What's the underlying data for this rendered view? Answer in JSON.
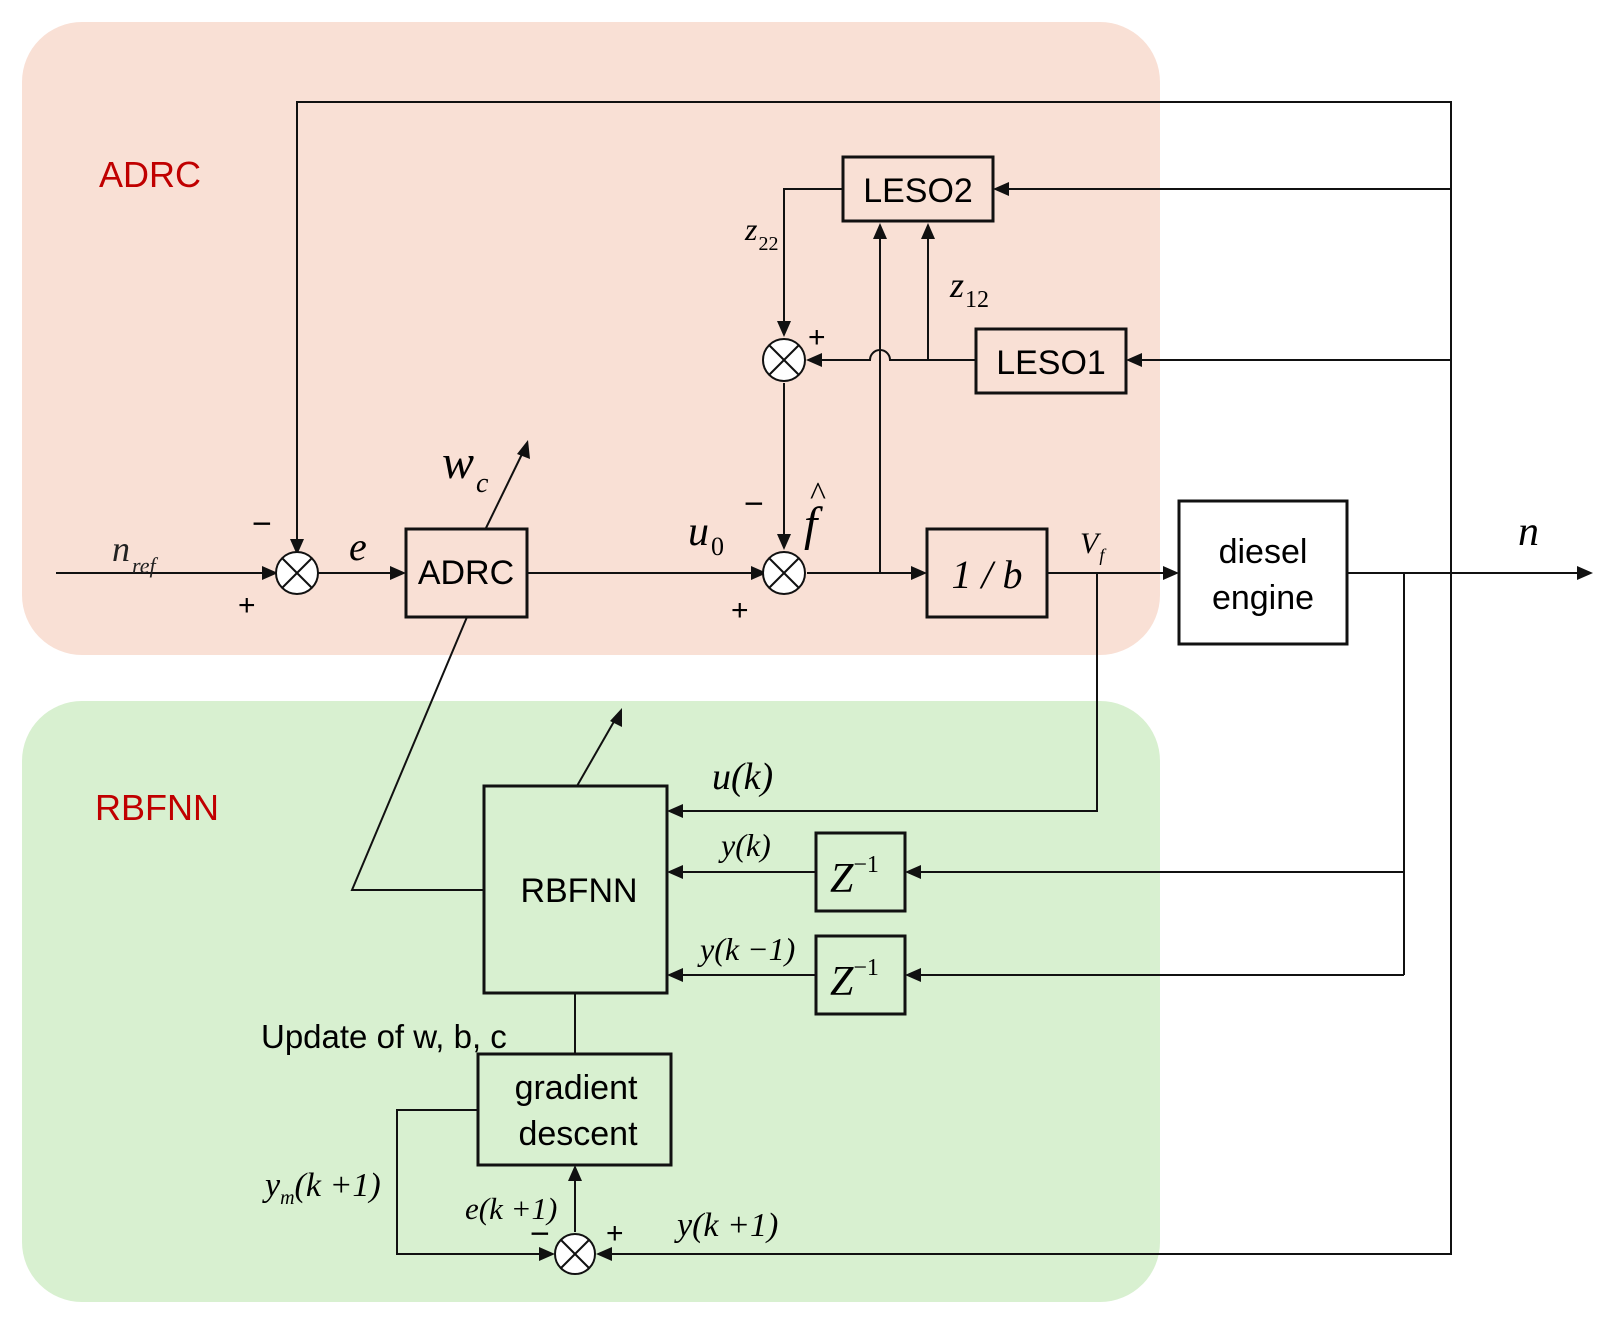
{
  "regions": {
    "adrc": {
      "label": "ADRC",
      "fill": "#f9e0d5",
      "label_color": "#c00000"
    },
    "rbfnn": {
      "label": "RBFNN",
      "fill": "#d8f0d0",
      "label_color": "#c00000"
    }
  },
  "blocks": {
    "adrc": "ADRC",
    "leso2": "LESO2",
    "leso1": "LESO1",
    "gain": "1 / b",
    "engine_line1": "diesel",
    "engine_line2": "engine",
    "rbfnn": "RBFNN",
    "delay1": "Z",
    "delay1_exp": "−1",
    "delay2": "Z",
    "delay2_exp": "−1",
    "gd_line1": "gradient",
    "gd_line2": "descent"
  },
  "signals": {
    "nref": "n",
    "nref_sub": "ref",
    "e": "e",
    "wc": "w",
    "wc_sub": "c",
    "u0": "u",
    "u0_sub": "0",
    "fhat": "f",
    "fhat_hat": "^",
    "vf": "V",
    "vf_sub": "f",
    "n": "n",
    "z22": "z",
    "z22_sub": "22",
    "z12": "z",
    "z12_sub": "12",
    "uk": "u(k)",
    "yk": "y(k)",
    "yk1": "y(k −1)",
    "update": "Update of  w, b, c",
    "ym": "y",
    "ym_sub": "m",
    "ym_tail": "(k +1)",
    "ek1": "e(k +1)",
    "yk_plus1": "y(k +1)"
  },
  "signs": {
    "s1_minus": "−",
    "s1_plus": "+",
    "s2_minus": "−",
    "s2_plus": "+",
    "s3_plus": "+",
    "s4_minus": "−",
    "s4_plus": "+"
  }
}
